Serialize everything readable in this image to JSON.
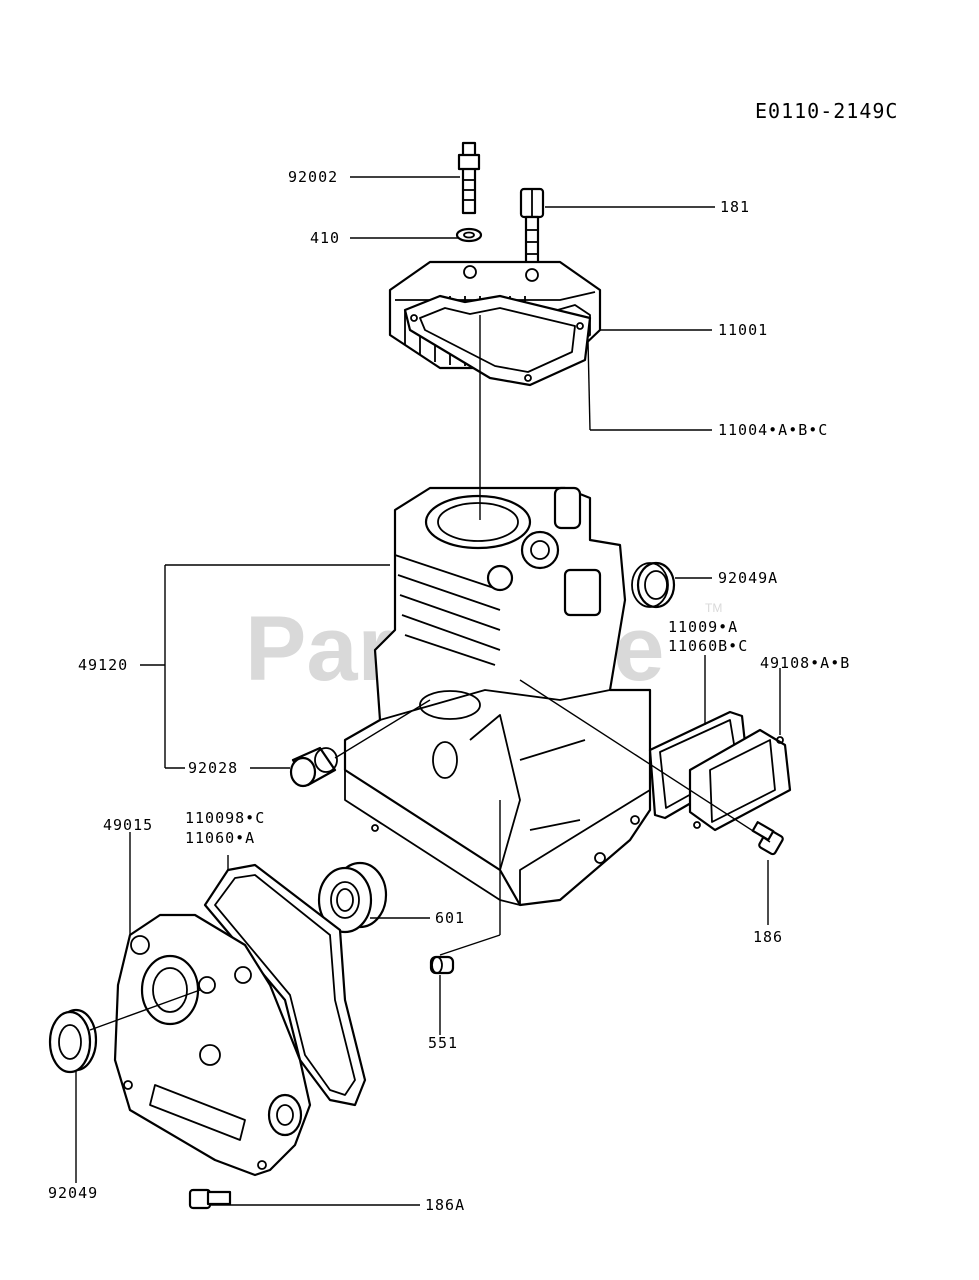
{
  "diagram_code": "E0110-2149C",
  "watermark": {
    "text": "PartsTree",
    "trademark": "TM"
  },
  "parts": {
    "p92002": "92002",
    "p410": "410",
    "p181": "181",
    "p11001": "11001",
    "p11004": "11004•A•B•C",
    "p92049A": "92049A",
    "p11009": "11009•A",
    "p11060BC": "11060B•C",
    "p49108": "49108•A•B",
    "p49120": "49120",
    "p92028": "92028",
    "p49015": "49015",
    "p110098": "110098•C",
    "p11060A": "11060•A",
    "p601": "601",
    "p186": "186",
    "p551": "551",
    "p92049": "92049",
    "p186A": "186A"
  }
}
